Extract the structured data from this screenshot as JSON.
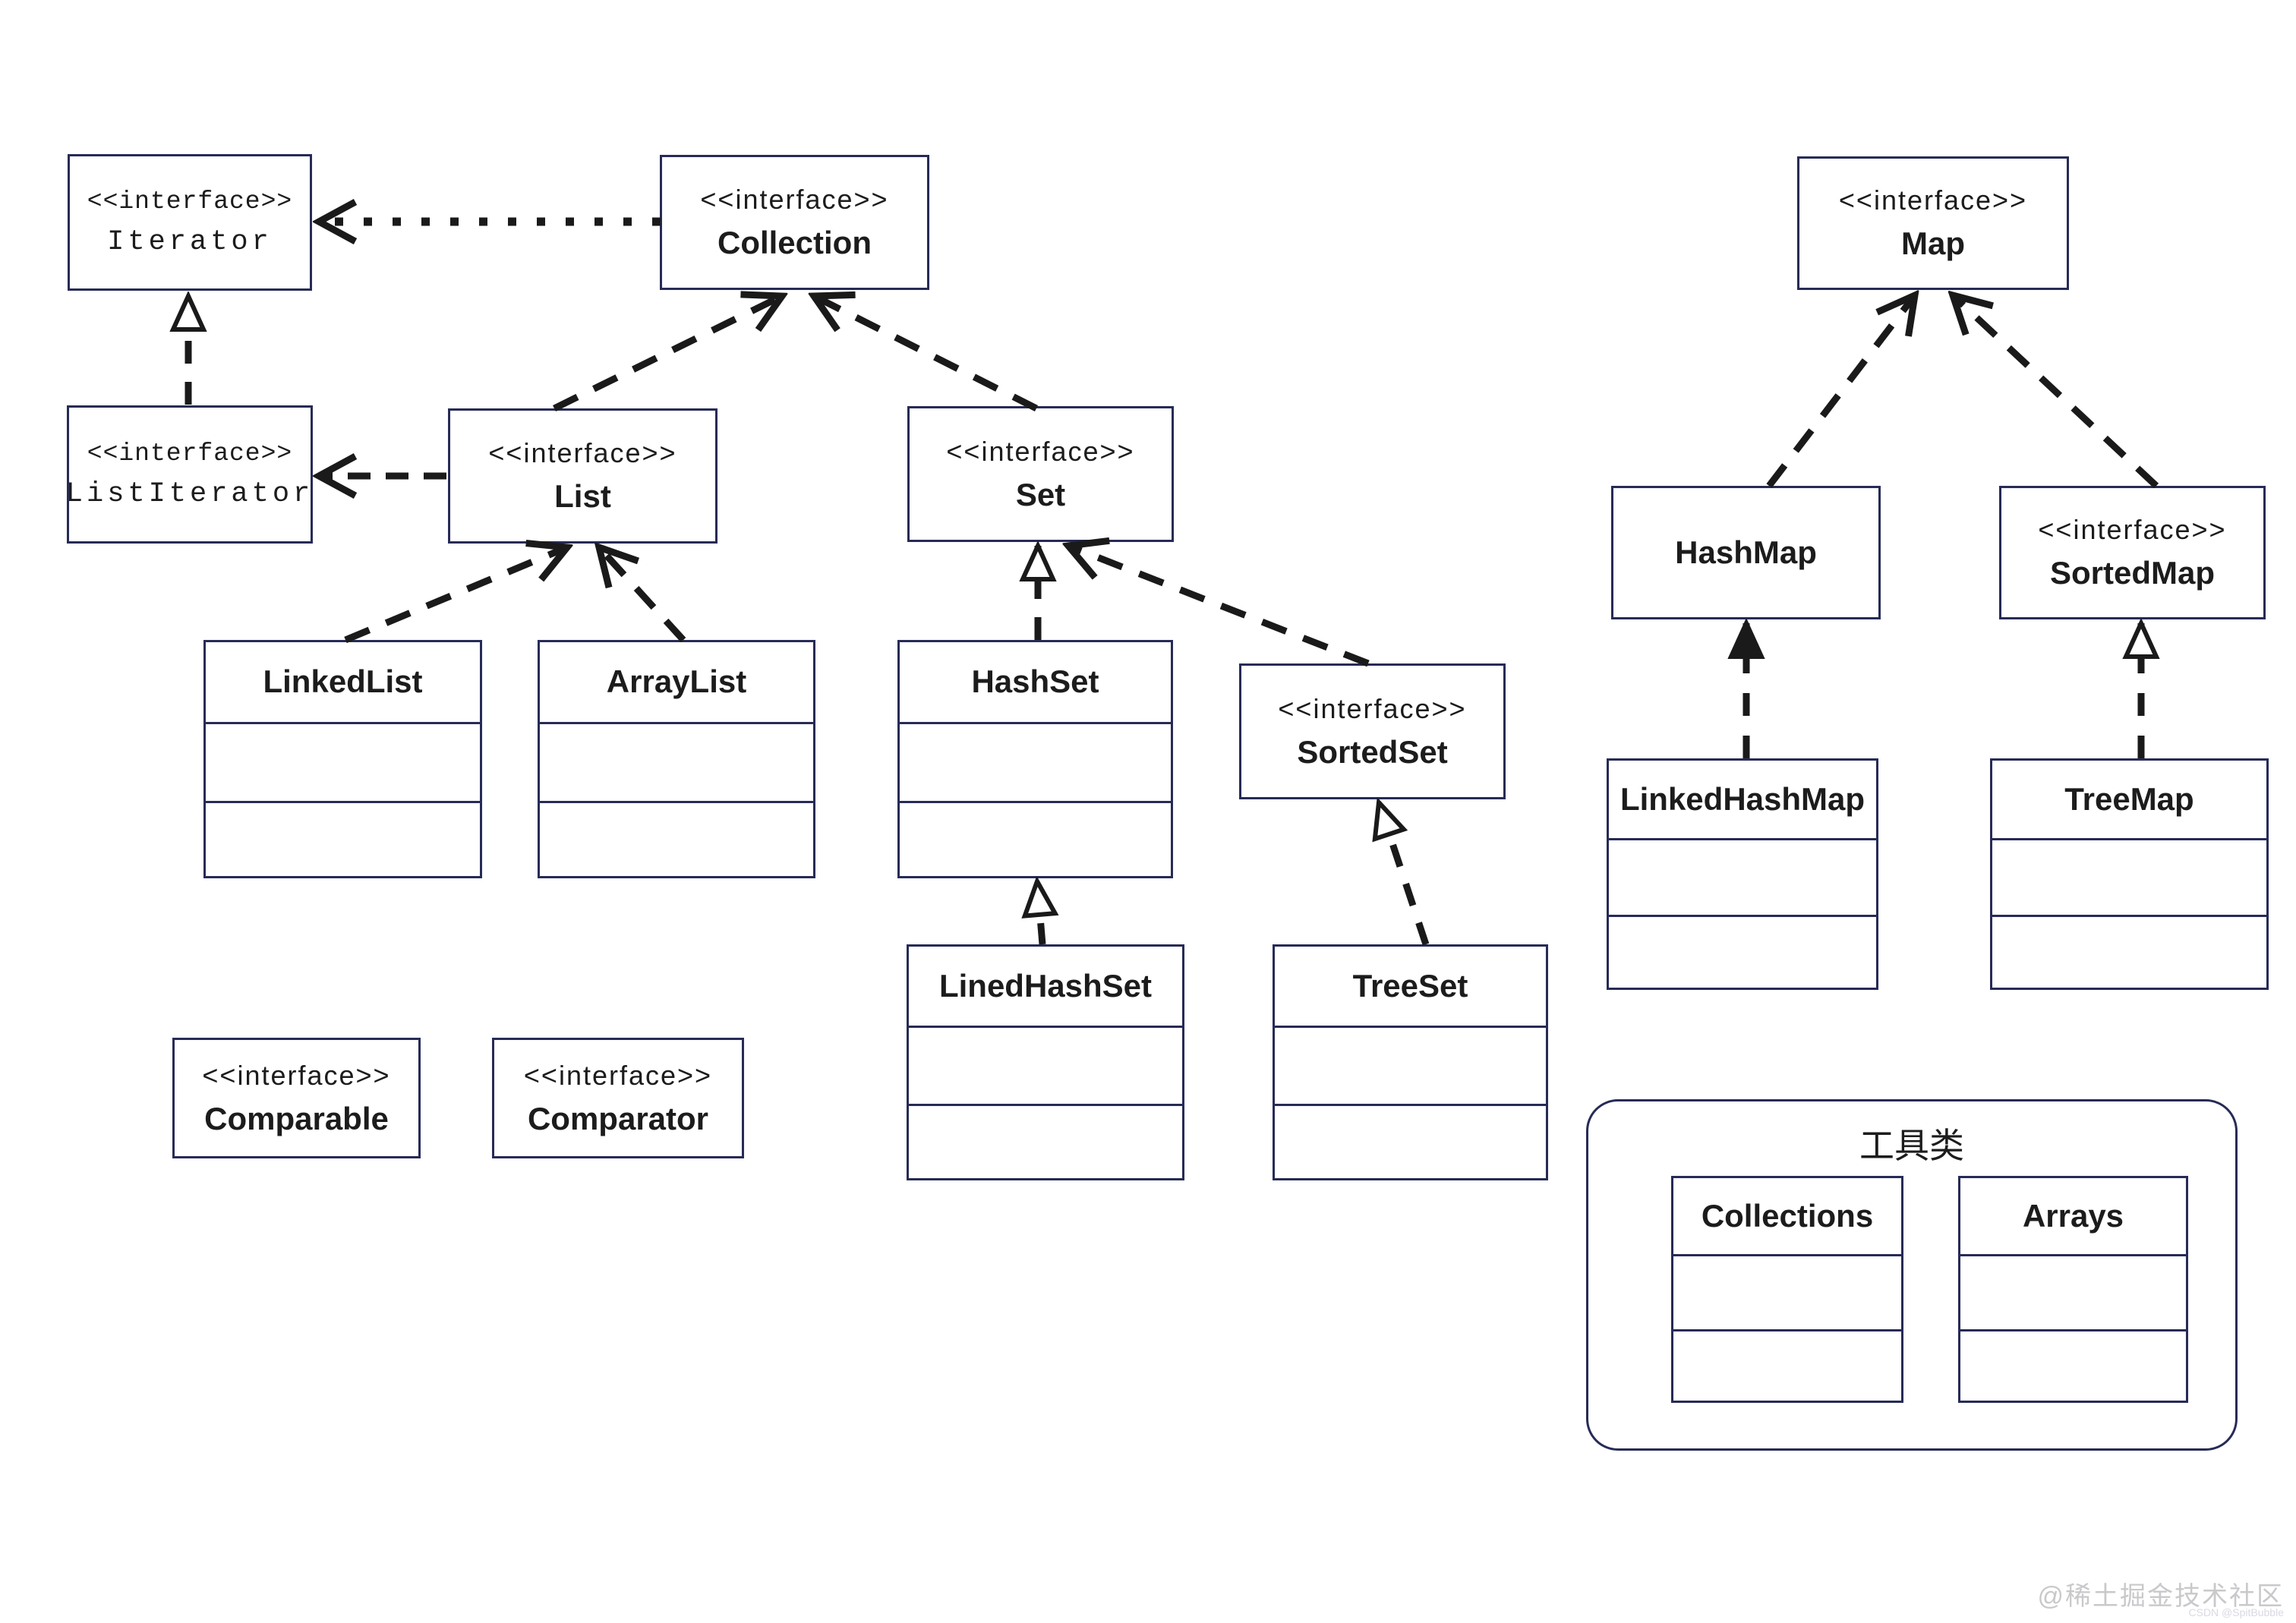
{
  "colors": {
    "background": "#ffffff",
    "box_border": "#272b56",
    "edge_line": "#1a1a1a",
    "text": "#1c1c1c",
    "watermark": "#c9c9cc"
  },
  "nodes": {
    "iterator": {
      "stereotype": "<<interface>>",
      "name": "Iterator"
    },
    "collection": {
      "stereotype": "<<interface>>",
      "name": "Collection"
    },
    "listiterator": {
      "stereotype": "<<interface>>",
      "name": "ListIterator"
    },
    "list": {
      "stereotype": "<<interface>>",
      "name": "List"
    },
    "set": {
      "stereotype": "<<interface>>",
      "name": "Set"
    },
    "sortedset": {
      "stereotype": "<<interface>>",
      "name": "SortedSet"
    },
    "map": {
      "stereotype": "<<interface>>",
      "name": "Map"
    },
    "sortedmap": {
      "stereotype": "<<interface>>",
      "name": "SortedMap"
    },
    "comparable": {
      "stereotype": "<<interface>>",
      "name": "Comparable"
    },
    "comparator": {
      "stereotype": "<<interface>>",
      "name": "Comparator"
    },
    "linkedlist": {
      "name": "LinkedList"
    },
    "arraylist": {
      "name": "ArrayList"
    },
    "hashset": {
      "name": "HashSet"
    },
    "linedhashset": {
      "name": "LinedHashSet"
    },
    "treeset": {
      "name": "TreeSet"
    },
    "hashmap": {
      "name": "HashMap"
    },
    "linkedhashmap": {
      "name": "LinkedHashMap"
    },
    "treemap": {
      "name": "TreeMap"
    },
    "collections": {
      "name": "Collections"
    },
    "arrays": {
      "name": "Arrays"
    }
  },
  "utility_group": {
    "title": "工具类"
  },
  "watermark": {
    "main": "@稀土掘金技术社区",
    "sub": "CSDN @SpitBubble"
  }
}
